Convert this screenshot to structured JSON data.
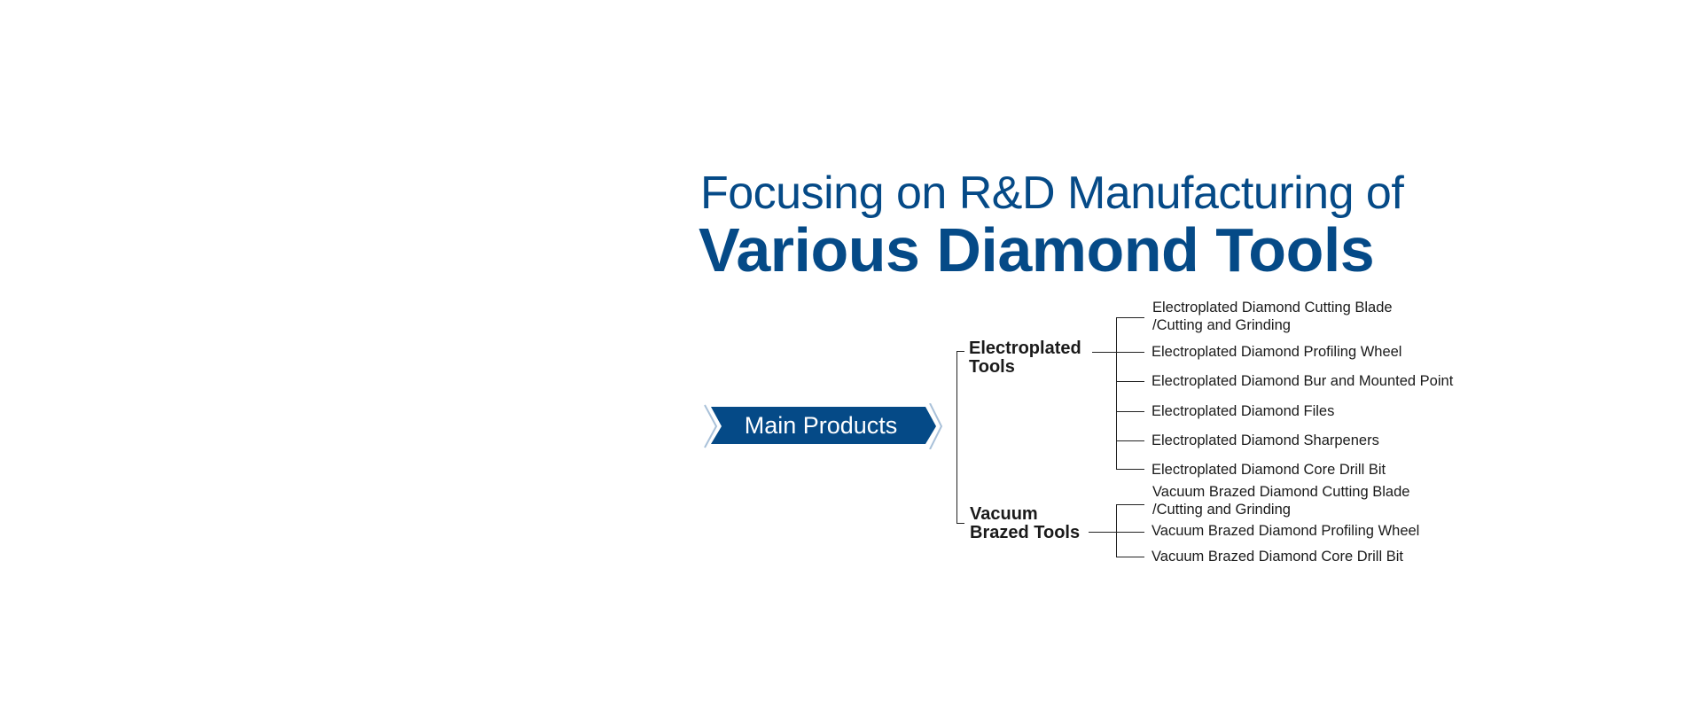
{
  "heading": {
    "line1": "Focusing on R&D Manufacturing of",
    "line2": "Various Diamond Tools"
  },
  "banner": {
    "label": "Main Products"
  },
  "categories": [
    {
      "label_line1": "Electroplated",
      "label_line2": "Tools",
      "items": [
        {
          "line1": "Electroplated Diamond Cutting Blade",
          "line2": "/Cutting and Grinding"
        },
        {
          "line1": "Electroplated Diamond Profiling Wheel"
        },
        {
          "line1": "Electroplated Diamond Bur and Mounted Point"
        },
        {
          "line1": "Electroplated Diamond Files"
        },
        {
          "line1": "Electroplated Diamond Sharpeners"
        },
        {
          "line1": "Electroplated Diamond Core Drill Bit"
        }
      ]
    },
    {
      "label_line1": "Vacuum",
      "label_line2": "Brazed Tools",
      "items": [
        {
          "line1": "Vacuum Brazed Diamond Cutting Blade",
          "line2": "/Cutting and Grinding"
        },
        {
          "line1": "Vacuum Brazed Diamond Profiling Wheel"
        },
        {
          "line1": "Vacuum Brazed Diamond Core Drill Bit"
        }
      ]
    }
  ],
  "colors": {
    "brand": "#054a87",
    "chevron_outline": "#a9c1d9"
  }
}
